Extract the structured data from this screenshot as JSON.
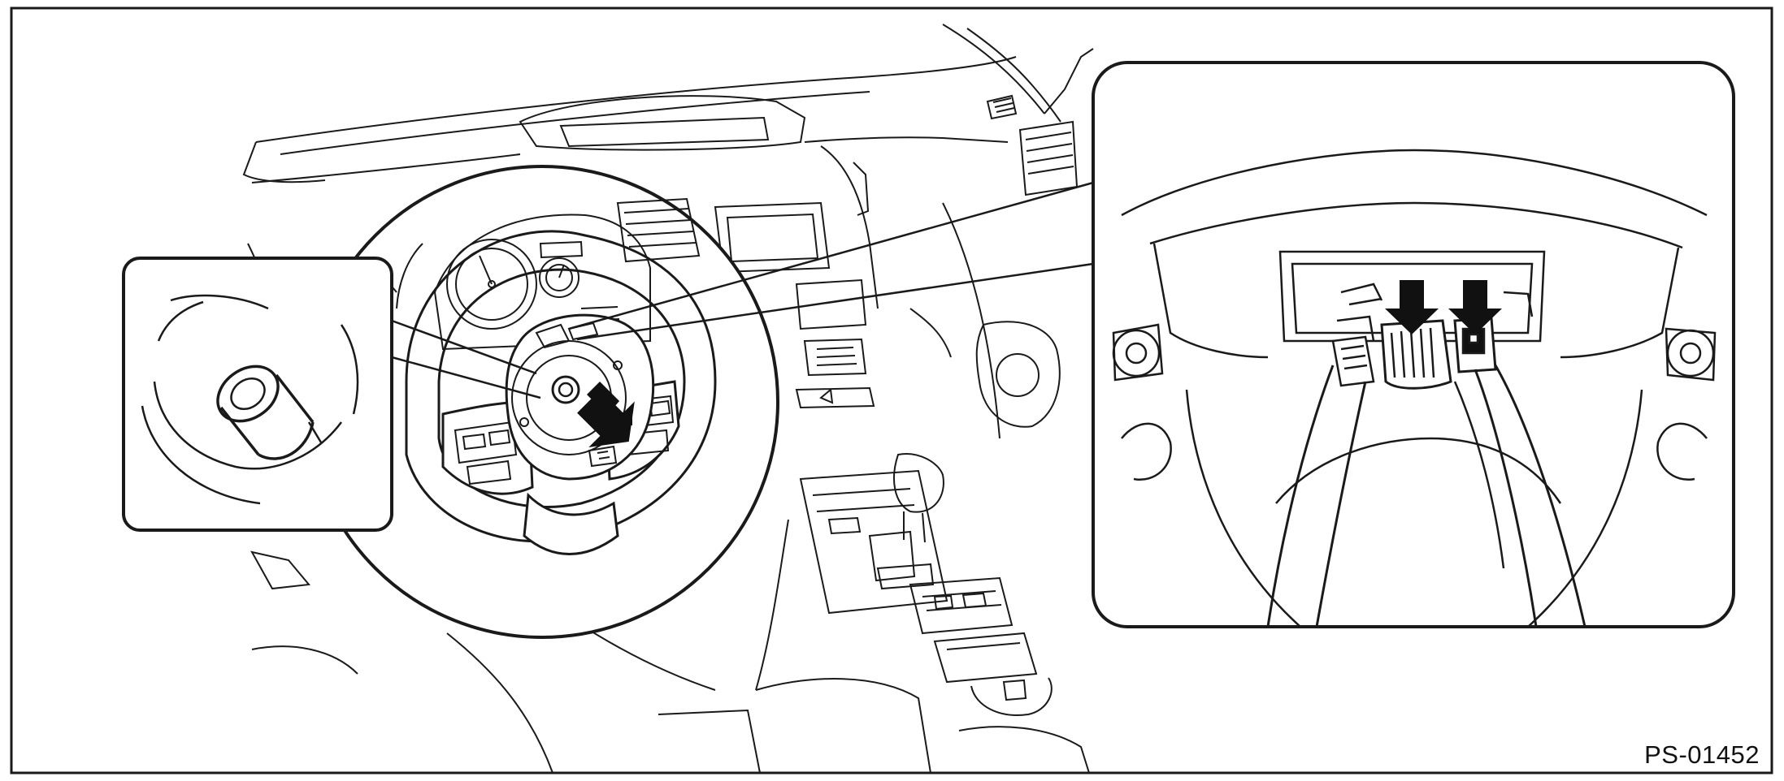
{
  "figure": {
    "code": "PS-01452",
    "line_color": "#1a1a1a",
    "arrow_color": "#111111",
    "background": "#ffffff"
  },
  "arrows": [
    {
      "name": "main-arrow",
      "points_to": "airbag-module-bolt"
    },
    {
      "name": "connector-arrow-left",
      "points_to": "airbag-connector"
    },
    {
      "name": "connector-arrow-right",
      "points_to": "horn-connector"
    }
  ]
}
